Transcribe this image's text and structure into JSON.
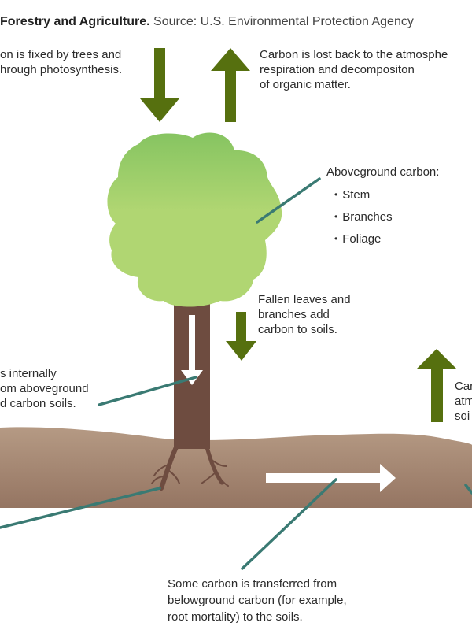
{
  "caption": {
    "title": "Forestry and Agriculture.",
    "source": "Source: U.S. Environmental Protection Agency"
  },
  "labels": {
    "fixed": [
      "on is fixed by trees and",
      "hrough photosynthesis."
    ],
    "lost": [
      "Carbon is lost back to the atmosphe",
      "respiration and decompositon",
      "of organic matter."
    ],
    "aboveground_title": "Aboveground carbon:",
    "aboveground_items": [
      "Stem",
      "Branches",
      "Foliage"
    ],
    "fallen": [
      "Fallen leaves and",
      "branches add",
      "carbon to soils."
    ],
    "internal": [
      "s internally",
      "om aboveground",
      "d carbon soils."
    ],
    "soil_loss": [
      "Car",
      "atm",
      "soi"
    ],
    "transfer": [
      "Some carbon is transferred from",
      "belowground carbon (for example,",
      "root mortality) to the soils."
    ]
  },
  "colors": {
    "arrow_green": "#56700f",
    "leader_teal": "#3a7a73",
    "canopy_top": "#86c461",
    "canopy_bottom": "#b0d672",
    "trunk": "#6e4c40",
    "soil_top": "#b59a84",
    "soil_bottom": "#957562",
    "white_arrow": "#ffffff"
  }
}
